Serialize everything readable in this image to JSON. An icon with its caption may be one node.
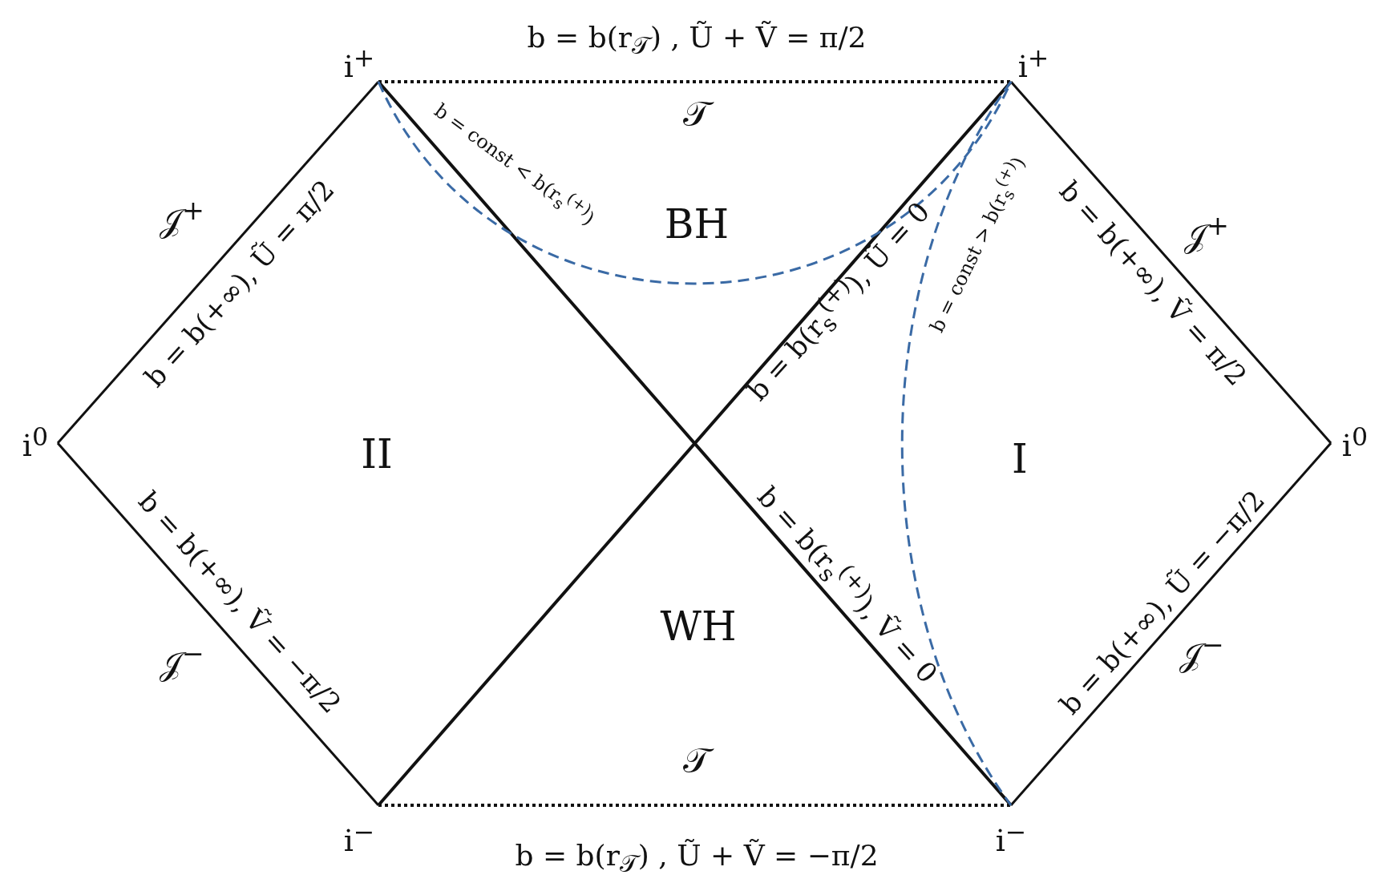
{
  "diagram": {
    "labels": [
      "b = b(r$_{𝒯}$) , Ũ + Ṽ = π/2",
      "i$^{+}$",
      "i$^{+}$",
      "𝒯",
      "b = const < b(r$_{s}$$^{(+)}$)",
      "𝒥$^{+}$",
      "BH",
      "𝒥$^{+}$",
      "b = b(+∞), Ũ = π/2",
      "b = b(r$_{s}$$^{(+)}$), Ũ = 0",
      "b = const > b(r$_{s}$$^{(+)}$)",
      "b = b(+∞), Ṽ = π/2",
      "i$^{0}$",
      "II",
      "I",
      "i$^{0}$",
      "b = b(+∞), Ṽ = −π/2",
      "b = b(r$_{s}$$^{(+)}$), Ṽ = 0",
      "b = b(+∞), Ũ = −π/2",
      "WH",
      "𝒥$^{−}$",
      "𝒥$^{−}$",
      "𝒯",
      "i$^{−}$",
      "i$^{−}$",
      "b = b(r$_{𝒯}$) , Ũ + Ṽ = −π/2"
    ]
  }
}
